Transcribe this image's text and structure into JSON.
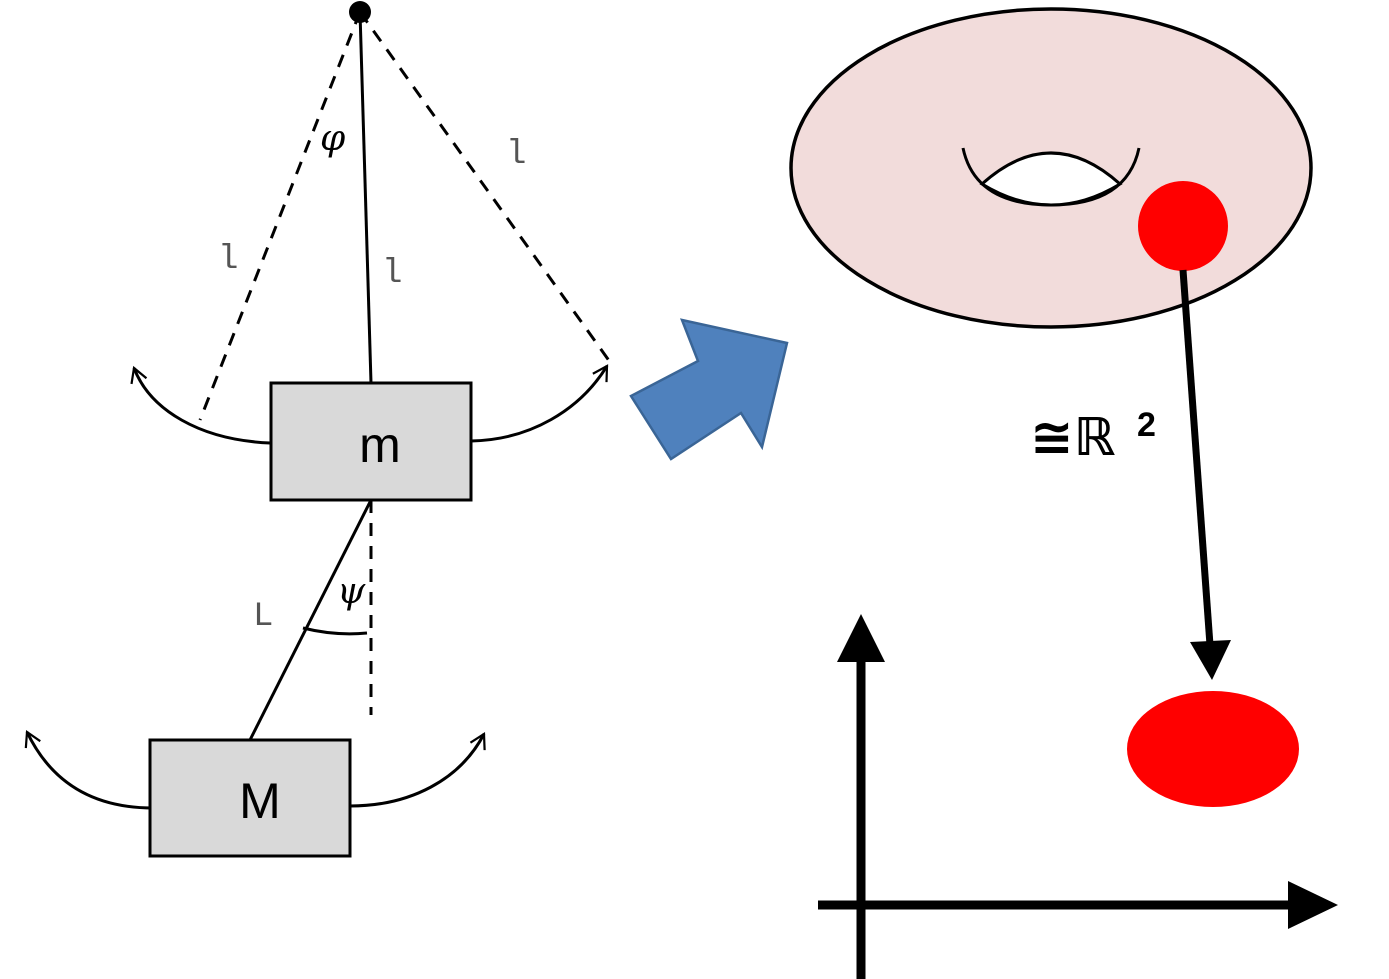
{
  "pendulum": {
    "upper_mass_label": "m",
    "lower_mass_label": "M",
    "phi_symbol": "φ",
    "psi_symbol": "ψ",
    "rod_length_left": "l",
    "rod_length_center": "l",
    "rod_length_right": "l",
    "lower_rod_length": "L",
    "box_fill": "#d9d9d9"
  },
  "transition_arrow": {
    "color": "#4f81bd",
    "icon": "block-arrow-icon"
  },
  "configuration_space": {
    "torus_fill": "#f2dcdb",
    "point_color": "#ff0000",
    "isomorphism_symbol": "≅ℝ",
    "isomorphism_exponent": "2"
  }
}
